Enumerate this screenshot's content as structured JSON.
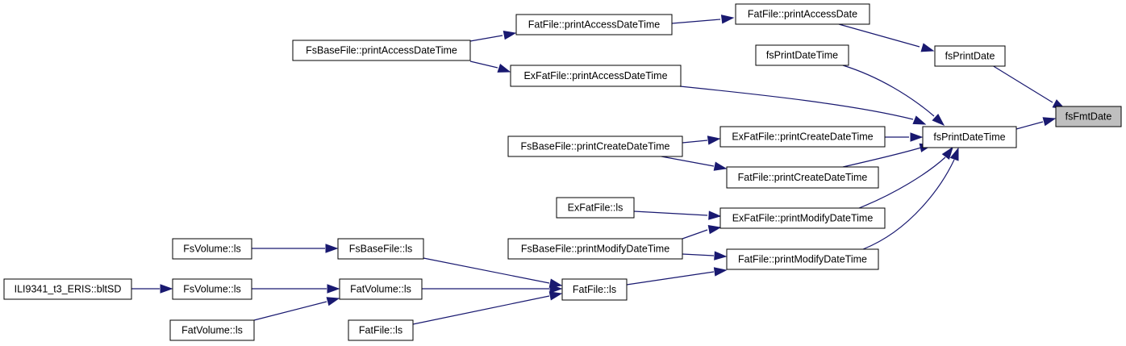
{
  "graph": {
    "colors": {
      "edge": "#191970",
      "node_fill": "#ffffff",
      "root_fill": "#bfbfbf",
      "border": "#000000"
    },
    "nodes": [
      {
        "id": "fsFmtDate",
        "label": "fsFmtDate",
        "root": true
      },
      {
        "id": "fsPrintDate",
        "label": "fsPrintDate"
      },
      {
        "id": "fsPrintDateTime",
        "label": "fsPrintDateTime"
      },
      {
        "id": "FatFile_printAccessDate",
        "label": "FatFile::printAccessDate"
      },
      {
        "id": "FatFile_printAccessDateTime",
        "label": "FatFile::printAccessDateTime"
      },
      {
        "id": "FsBaseFile_printAccessDateTime",
        "label": "FsBaseFile::printAccessDateTime"
      },
      {
        "id": "fsPrintDateTime_leaf",
        "label": "fsPrintDateTime"
      },
      {
        "id": "ExFatFile_printAccessDateTime",
        "label": "ExFatFile::printAccessDateTime"
      },
      {
        "id": "ExFatFile_printCreateDateTime",
        "label": "ExFatFile::printCreateDateTime"
      },
      {
        "id": "FsBaseFile_printCreateDateTime",
        "label": "FsBaseFile::printCreateDateTime"
      },
      {
        "id": "FatFile_printCreateDateTime",
        "label": "FatFile::printCreateDateTime"
      },
      {
        "id": "ExFatFile_ls",
        "label": "ExFatFile::ls"
      },
      {
        "id": "ExFatFile_printModifyDateTime",
        "label": "ExFatFile::printModifyDateTime"
      },
      {
        "id": "FsBaseFile_printModifyDateTime",
        "label": "FsBaseFile::printModifyDateTime"
      },
      {
        "id": "FatFile_printModifyDateTime",
        "label": "FatFile::printModifyDateTime"
      },
      {
        "id": "FsVolume_ls_1",
        "label": "FsVolume::ls"
      },
      {
        "id": "FsBaseFile_ls",
        "label": "FsBaseFile::ls"
      },
      {
        "id": "ILI9341_bltSD",
        "label": "ILI9341_t3_ERIS::bltSD"
      },
      {
        "id": "FsVolume_ls_2",
        "label": "FsVolume::ls"
      },
      {
        "id": "FatVolume_ls_1",
        "label": "FatVolume::ls"
      },
      {
        "id": "FatFile_ls",
        "label": "FatFile::ls"
      },
      {
        "id": "FatVolume_ls_2",
        "label": "FatVolume::ls"
      },
      {
        "id": "FatFile_ls_2",
        "label": "FatFile::ls"
      }
    ]
  }
}
